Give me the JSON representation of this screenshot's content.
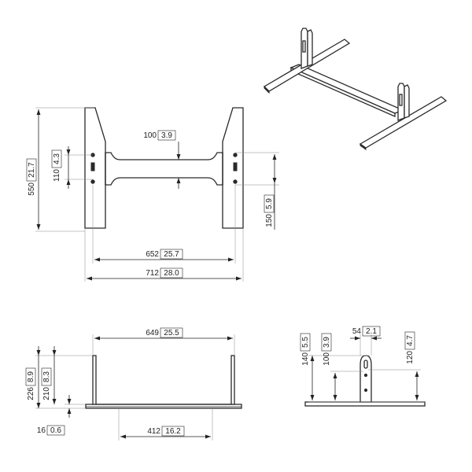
{
  "dimensions": {
    "front_width_outer": {
      "mm": "712",
      "in": "28.0"
    },
    "front_width_inner": {
      "mm": "652",
      "in": "25.7"
    },
    "front_height": {
      "mm": "550",
      "in": "21.7"
    },
    "front_slot_spacing": {
      "mm": "110",
      "in": "4.3"
    },
    "front_beam_depth": {
      "mm": "100",
      "in": "3.9"
    },
    "front_beam_offset": {
      "mm": "150",
      "in": "5.9"
    },
    "side_bracket_span": {
      "mm": "649",
      "in": "25.5"
    },
    "side_total_height": {
      "mm": "226",
      "in": "8.9"
    },
    "side_bracket_height": {
      "mm": "210",
      "in": "8.3"
    },
    "side_plate_thickness": {
      "mm": "16",
      "in": "0.6"
    },
    "side_foot_width": {
      "mm": "412",
      "in": "16.2"
    },
    "end_height_total": {
      "mm": "140",
      "in": "5.5"
    },
    "end_slot_top": {
      "mm": "100",
      "in": "3.9"
    },
    "end_bracket_width": {
      "mm": "54",
      "in": "2.1"
    },
    "end_height_bracket": {
      "mm": "120",
      "in": "4.7"
    }
  }
}
